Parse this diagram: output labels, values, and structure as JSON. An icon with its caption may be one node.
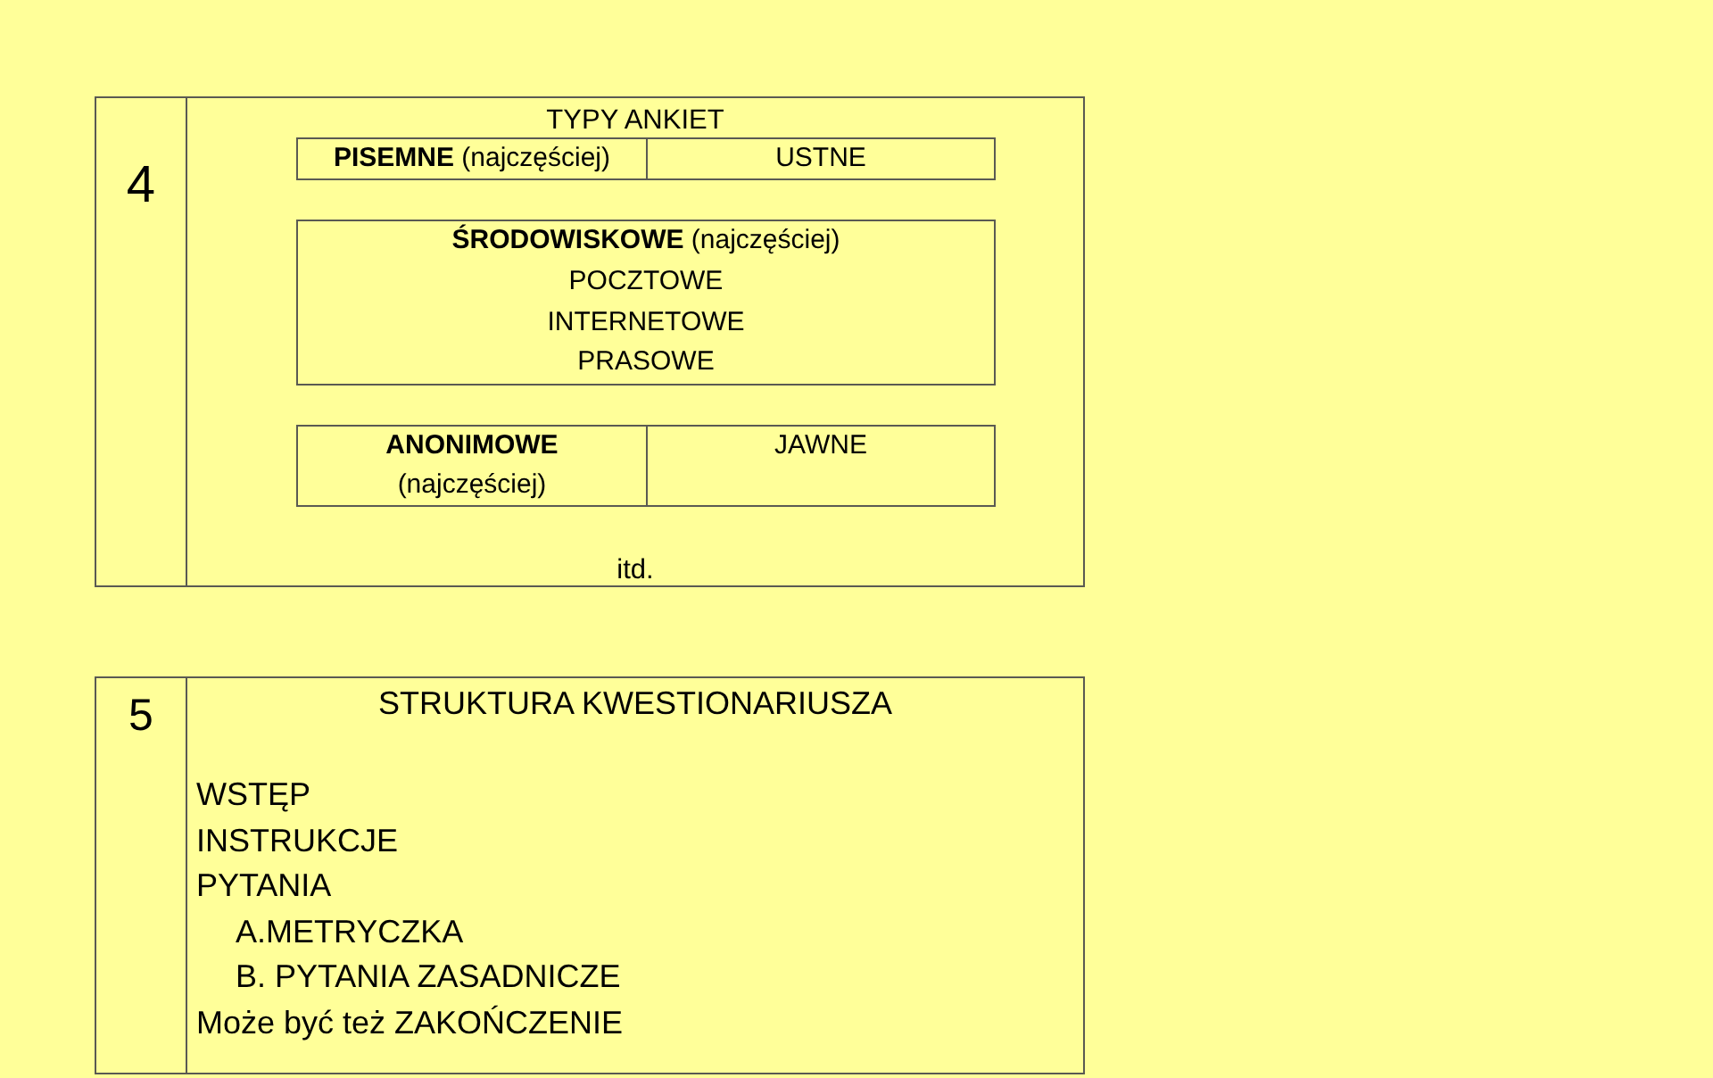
{
  "diagram": {
    "nodes": [
      {
        "text": [
          "4"
        ]
      },
      {
        "text": [
          "TYPY ANKIET",
          "itd."
        ]
      },
      {
        "text": [
          "**PISEMNE** (najczęściej)"
        ],
        "in": 1
      },
      {
        "text": [
          "USTNE"
        ],
        "in": 1
      },
      {
        "text": [
          "**ŚRODOWISKOWE** (najczęściej)",
          "POCZTOWE",
          "INTERNETOWE",
          "PRASOWE"
        ],
        "in": 1
      },
      {
        "text": [
          "**ANONIMOWE** (najczęściej)"
        ],
        "in": 1
      },
      {
        "text": [
          "JAWNE"
        ],
        "in": 1
      },
      {
        "text": [
          "5"
        ]
      },
      {
        "text": [
          "STRUKTURA KWESTIONARIUSZA",
          "WSTĘP",
          "INSTRUKCJE",
          "PYTANIA",
          "A.METRYCZKA",
          "B. PYTANIA ZASADNICZE",
          "Może być też ZAKOŃCZENIE"
        ]
      }
    ]
  }
}
